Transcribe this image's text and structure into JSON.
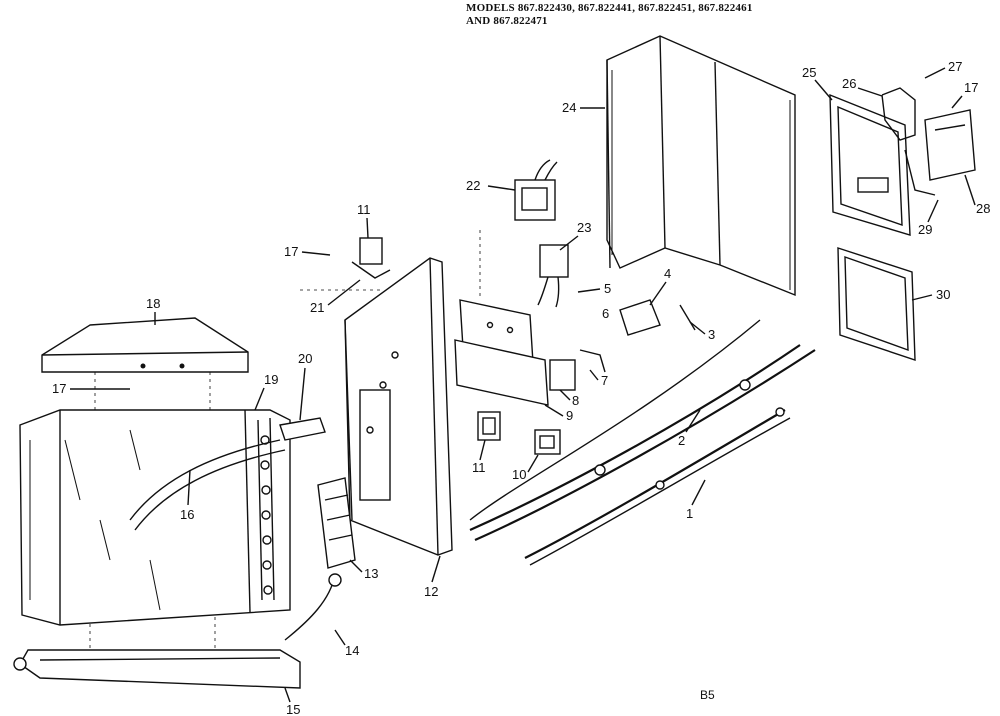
{
  "header": {
    "line1": "MODELS 867.822430, 867.822441, 867.822451, 867.822461",
    "line2": "AND 867.822471"
  },
  "page_number": "B5",
  "callouts": [
    "1",
    "2",
    "3",
    "4",
    "5",
    "6",
    "7",
    "8",
    "9",
    "10",
    "11",
    "11",
    "12",
    "13",
    "14",
    "15",
    "16",
    "17",
    "17",
    "17",
    "18",
    "19",
    "20",
    "21",
    "22",
    "23",
    "24",
    "25",
    "26",
    "27",
    "28",
    "29",
    "30"
  ]
}
